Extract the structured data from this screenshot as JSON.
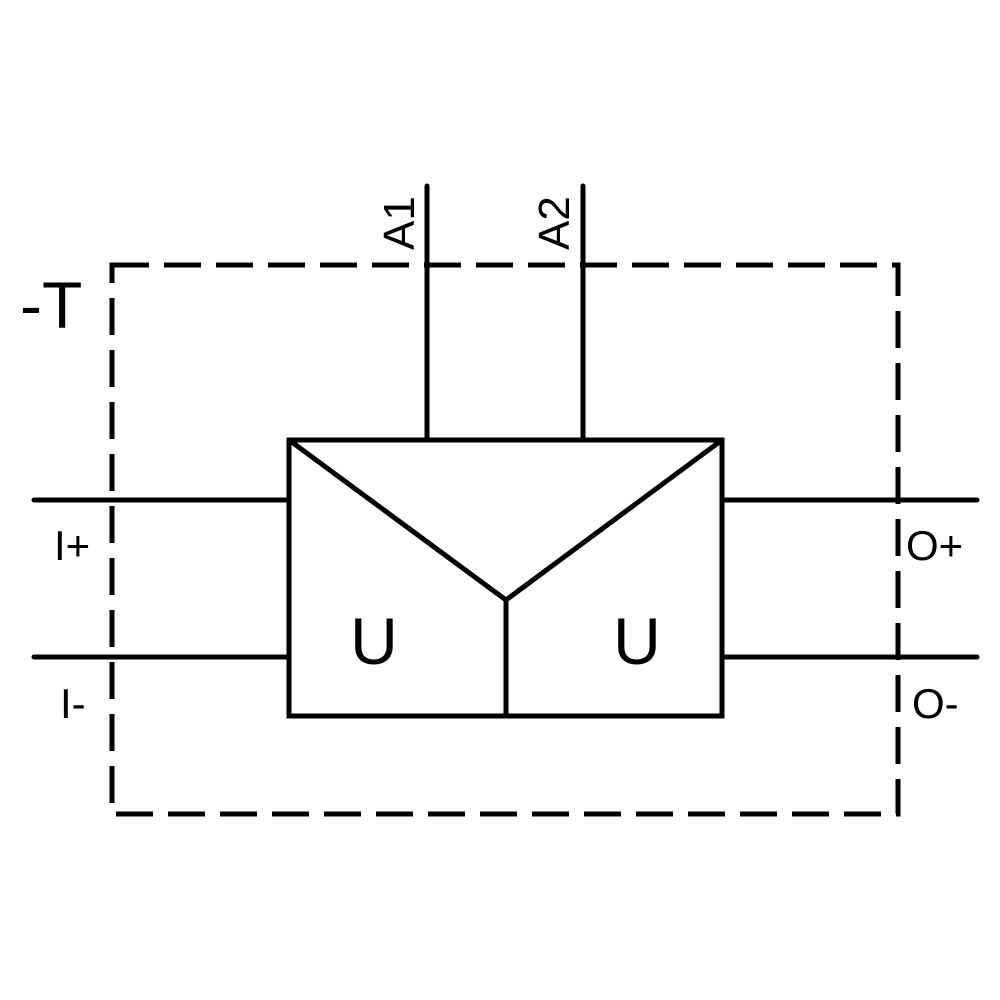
{
  "diagram": {
    "type": "electrical-schematic",
    "component": "signal converter / isolator",
    "designation": "-T",
    "colors": {
      "stroke": "#000000",
      "background": "#ffffff"
    },
    "terminals": {
      "supply": [
        {
          "id": "A1",
          "label": "A1"
        },
        {
          "id": "A2",
          "label": "A2"
        }
      ],
      "input": [
        {
          "id": "I+",
          "label": "I+"
        },
        {
          "id": "I-",
          "label": "I-"
        }
      ],
      "output": [
        {
          "id": "O+",
          "label": "O+"
        },
        {
          "id": "O-",
          "label": "O-"
        }
      ]
    },
    "blocks": [
      {
        "id": "input-section",
        "symbol": "U"
      },
      {
        "id": "output-section",
        "symbol": "U"
      }
    ]
  }
}
